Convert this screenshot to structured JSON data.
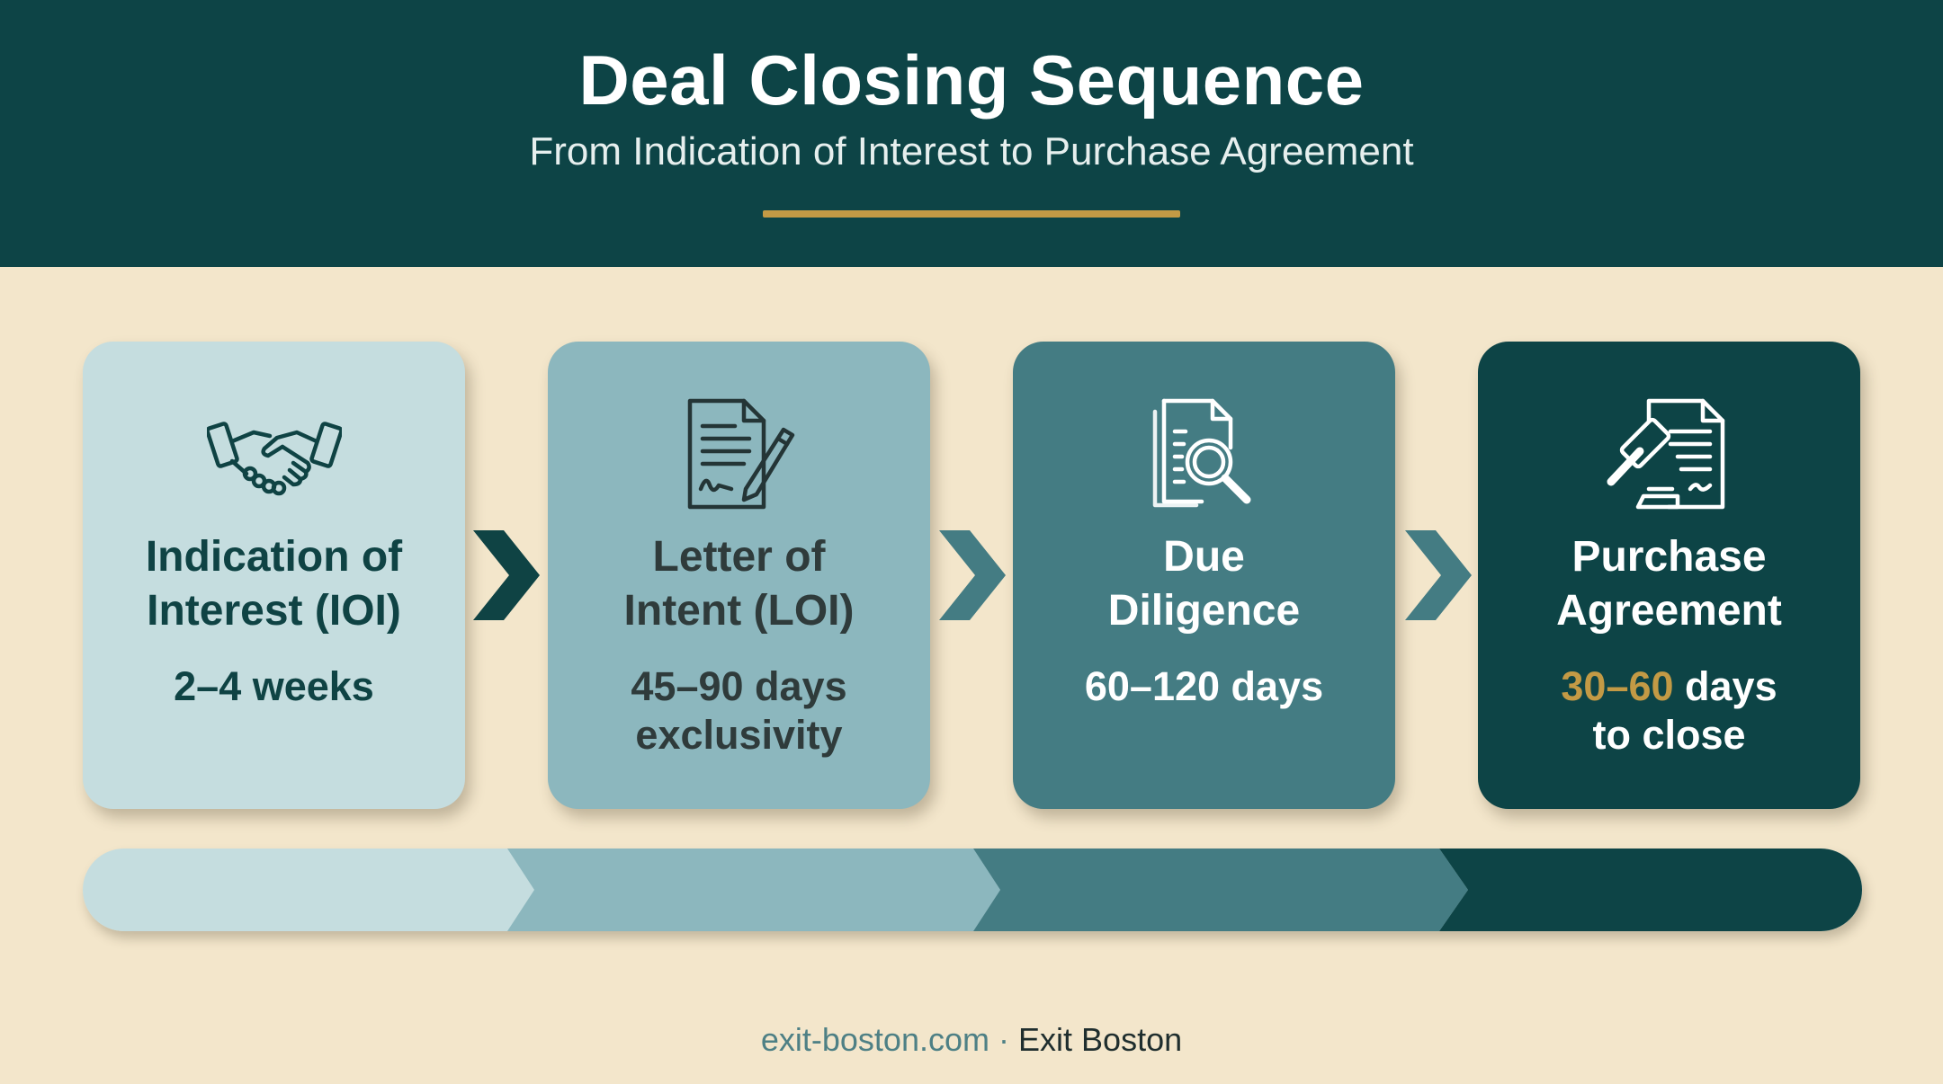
{
  "header": {
    "title": "Deal Closing Sequence",
    "subtitle": "From Indication of Interest to Purchase Agreement"
  },
  "stages": [
    {
      "name_line1": "Indication of",
      "name_line2": "Interest (IOI)",
      "duration_line1": "2–4 weeks",
      "icon": "handshake-icon",
      "color": "#C5DDDF"
    },
    {
      "name_line1": "Letter of",
      "name_line2": "Intent (LOI)",
      "duration_line1": "45–90 days",
      "duration_line2": "exclusivity",
      "icon": "signed-document-icon",
      "color": "#8CB7BE"
    },
    {
      "name_line1": "Due",
      "name_line2": "Diligence",
      "duration_line1": "60–120 days",
      "icon": "document-search-icon",
      "color": "#447C83"
    },
    {
      "name_line1": "Purchase",
      "name_line2": "Agreement",
      "duration_highlight": "30–60",
      "duration_rest": " days",
      "duration_line2": "to close",
      "icon": "gavel-contract-icon",
      "color": "#0D4446"
    }
  ],
  "colors": {
    "header_bg": "#0D4446",
    "page_bg": "#F3E6CB",
    "accent_gold": "#C39A45"
  },
  "footer": {
    "site": "exit-boston.com",
    "separator": "·",
    "brand": "Exit Boston"
  }
}
